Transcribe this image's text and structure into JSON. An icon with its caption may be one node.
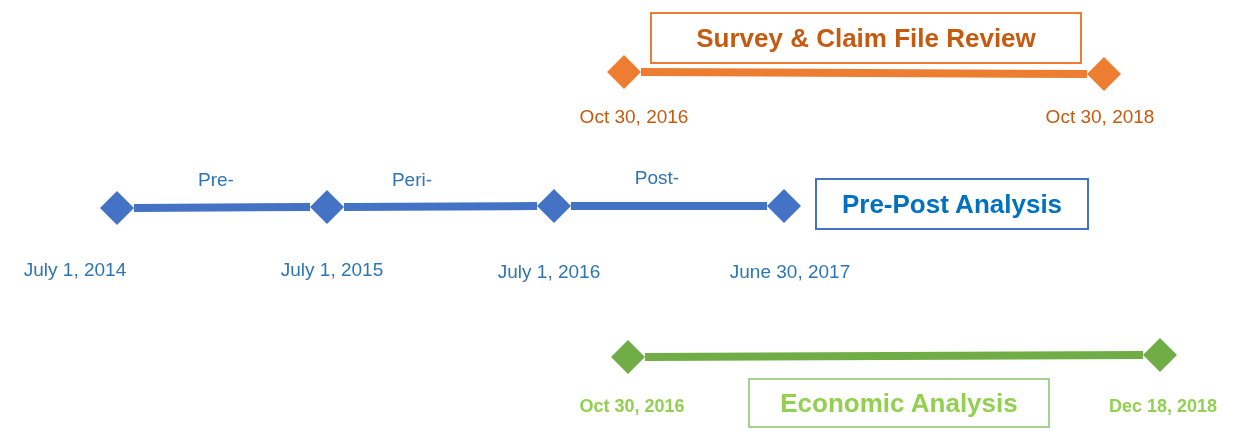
{
  "diagram": {
    "nodes": [
      {
        "text": [
          "Survey & Claim File Review"
        ]
      },
      {
        "text": [],
        "shape": "diamond",
        "beside": [
          "Oct 30, 2016"
        ]
      },
      {
        "text": [],
        "shape": "diamond",
        "beside": [
          "Oct 30, 2018"
        ]
      },
      {
        "text": [],
        "shape": "diamond",
        "beside": [
          "July 1, 2014"
        ]
      },
      {
        "text": [],
        "shape": "diamond",
        "beside": [
          "July 1, 2015"
        ]
      },
      {
        "text": [],
        "shape": "diamond",
        "beside": [
          "July 1, 2016"
        ]
      },
      {
        "text": [],
        "shape": "diamond",
        "beside": [
          "June 30, 2017"
        ]
      },
      {
        "text": [
          "Pre-Post Analysis"
        ]
      },
      {
        "text": [],
        "shape": "diamond",
        "beside": [
          "Oct 30, 2016"
        ]
      },
      {
        "text": [],
        "shape": "diamond",
        "beside": [
          "Dec 18, 2018"
        ]
      },
      {
        "text": [
          "Economic Analysis"
        ]
      }
    ],
    "edges": [
      {
        "from": 1,
        "to": 2,
        "arrow": "none",
        "color": "#ed7d31"
      },
      {
        "from": 3,
        "to": 4,
        "arrow": "none",
        "label": "Pre-"
      },
      {
        "from": 4,
        "to": 5,
        "arrow": "none",
        "label": "Peri-"
      },
      {
        "from": 5,
        "to": 6,
        "arrow": "none",
        "label": "Post-"
      },
      {
        "from": 8,
        "to": 9,
        "arrow": "none",
        "color": "#70ad47"
      }
    ]
  }
}
